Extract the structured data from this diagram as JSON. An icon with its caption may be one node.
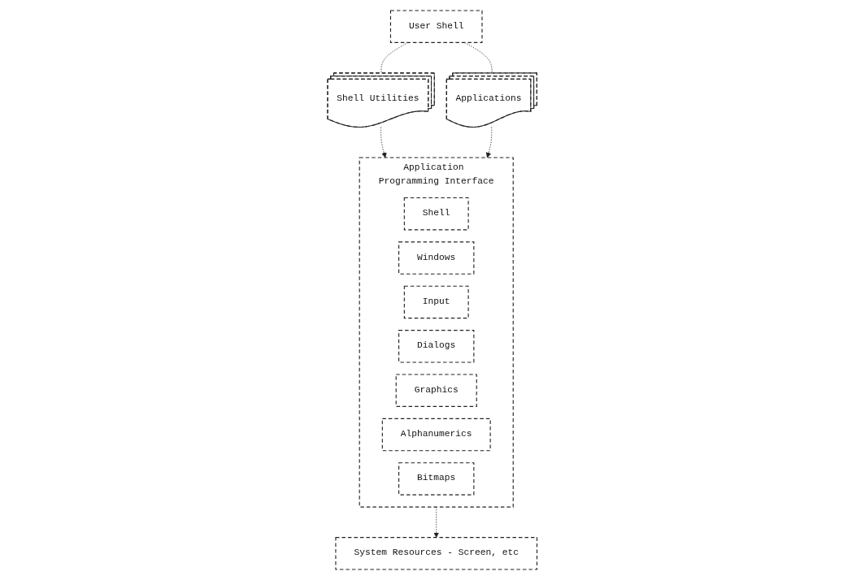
{
  "diagram": {
    "nodes": [
      {
        "text": [
          "User Shell"
        ]
      },
      {
        "text": [
          "Shell Utilities"
        ]
      },
      {
        "text": [
          "Applications"
        ]
      },
      {
        "text": [
          "Application Programming Interface"
        ]
      },
      {
        "text": [
          "Shell"
        ],
        "in": 3
      },
      {
        "text": [
          "Windows"
        ],
        "in": 3
      },
      {
        "text": [
          "Input"
        ],
        "in": 3
      },
      {
        "text": [
          "Dialogs"
        ],
        "in": 3
      },
      {
        "text": [
          "Graphics"
        ],
        "in": 3
      },
      {
        "text": [
          "Alphanumerics"
        ],
        "in": 3
      },
      {
        "text": [
          "Bitmaps"
        ],
        "in": 3
      },
      {
        "text": [
          "System Resources - Screen, etc"
        ]
      }
    ],
    "edges": [
      {
        "from": 0,
        "to": 1,
        "arrow": "none",
        "style": "dashed"
      },
      {
        "from": 0,
        "to": 2,
        "arrow": "none",
        "style": "dashed"
      },
      {
        "from": 1,
        "to": 3,
        "arrow": "to",
        "style": "dashed"
      },
      {
        "from": 2,
        "to": 3,
        "arrow": "to",
        "style": "dashed"
      },
      {
        "from": 3,
        "to": 11,
        "arrow": "to",
        "style": "dashed"
      }
    ]
  }
}
